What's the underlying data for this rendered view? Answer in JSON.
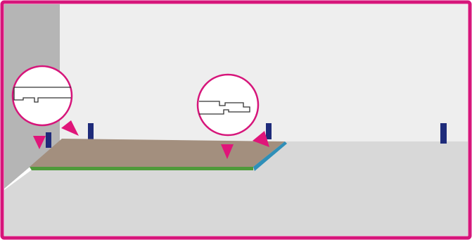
{
  "diagram": {
    "subject": "laminate-floor-installation-first-row",
    "colors": {
      "frame": "#d6157a",
      "wall_back": "#eeeeee",
      "wall_side": "#b5b5b5",
      "floor": "#d8d8d8",
      "plank_top": "#a38f7e",
      "plank_front": "#4f9a3a",
      "plank_side": "#2f8fb8",
      "spacer": "#1e2b7a",
      "arrow": "#e0157a",
      "callout_border": "#d6157a",
      "callout_fill": "#ffffff",
      "profile_line": "#333333"
    },
    "callouts": [
      {
        "name": "edge-profile-callout-left",
        "profile": "tongue-and-groove-edge"
      },
      {
        "name": "edge-profile-callout-right",
        "profile": "groove-lock-edge"
      }
    ],
    "spacer_count": 4,
    "arrow_count": 4
  }
}
